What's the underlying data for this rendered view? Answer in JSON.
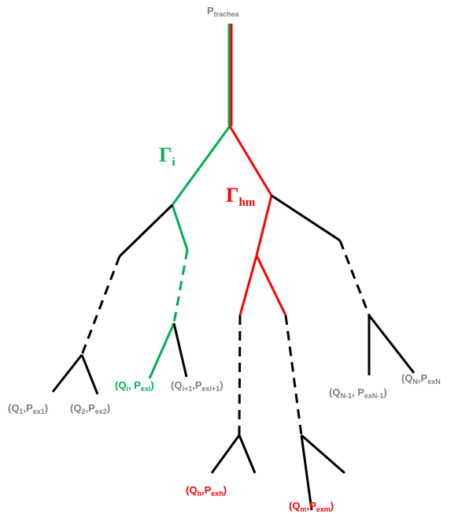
{
  "colors": {
    "black": "#000000",
    "green": "#00b050",
    "red": "#ff0000",
    "gray": "#7f7f7f"
  },
  "labels": {
    "trachea": {
      "main": "P",
      "sub": "trachea"
    },
    "gamma_i": {
      "main": "Γ",
      "sub": "i"
    },
    "gamma_hm": {
      "main": "Γ",
      "sub": "hm"
    },
    "leaf_1": {
      "q": "(Q",
      "q_sub": "1",
      "p": ",P",
      "p_sub": "ex1",
      "end": ")"
    },
    "leaf_2": {
      "q": "(Q",
      "q_sub": "2",
      "p": ",P",
      "p_sub": "ex2",
      "end": ")"
    },
    "leaf_i": {
      "q": "(Q",
      "q_sub": "i",
      "p": ", P",
      "p_sub": "exi",
      "end": ")"
    },
    "leaf_i1": {
      "q": "(Q",
      "q_sub": "i+1",
      "p": ",P",
      "p_sub": "exi+1",
      "end": ")"
    },
    "leaf_h": {
      "q": "(Q",
      "q_sub": "h",
      "p": ",P",
      "p_sub": "exh",
      "end": ")"
    },
    "leaf_m": {
      "q": "(Q",
      "q_sub": "m",
      "p": ",P",
      "p_sub": "exm",
      "end": ")"
    },
    "leaf_n1": {
      "q": "(Q",
      "q_sub": "N-1",
      "p": ", P",
      "p_sub": "exN-1",
      "end": ")"
    },
    "leaf_n": {
      "q": "(Q",
      "q_sub": "N",
      "p": ",P",
      "p_sub": "exN",
      "end": ""
    }
  }
}
